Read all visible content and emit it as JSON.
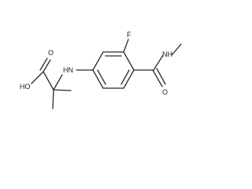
{
  "colors": {
    "bond": "#2b2b2b",
    "label": "#1e1e1e",
    "background": "#ffffff"
  },
  "atom_labels": {
    "fluorine": "F",
    "amine_nh": "HN",
    "amide_nh": "NH",
    "carbonyl_o_amide": "O",
    "carbonyl_o_acid": "O",
    "hydroxyl": "HO"
  }
}
